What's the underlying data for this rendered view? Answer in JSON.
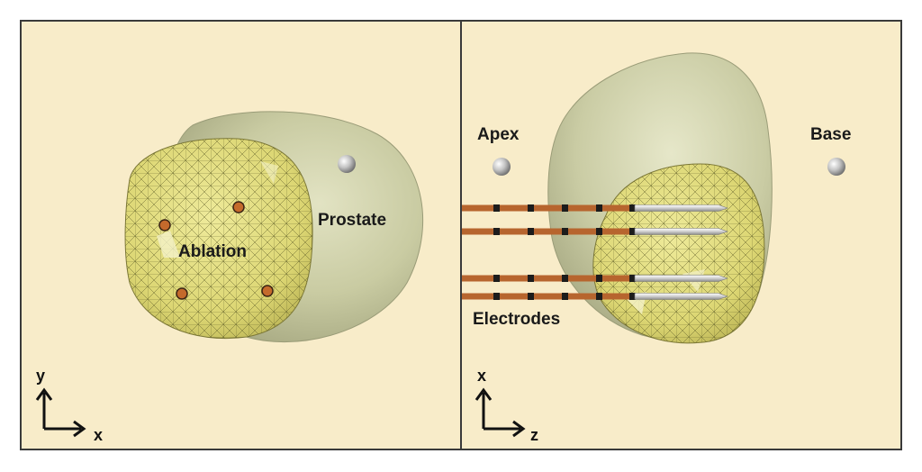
{
  "left_panel": {
    "labels": {
      "ablation": "Ablation",
      "prostate": "Prostate"
    },
    "axes": {
      "vertical": "y",
      "horizontal": "x"
    }
  },
  "right_panel": {
    "labels": {
      "apex": "Apex",
      "base": "Base",
      "electrodes": "Electrodes"
    },
    "axes": {
      "vertical": "x",
      "horizontal": "z"
    }
  },
  "colors": {
    "background": "#f8ecc9",
    "prostate_fill": "#cdcfa6",
    "ablation_fill": "#ddd97a",
    "mesh_line": "#5e5c28",
    "electrode_shaft": "#b7652e",
    "electrode_band": "#1c1c1c",
    "electrode_tip": "#d6d6d6",
    "marker_fill": "#c46a2c"
  },
  "icons": [
    "reference-sphere-icon",
    "electrode-icon",
    "axis-arrow-icon"
  ]
}
